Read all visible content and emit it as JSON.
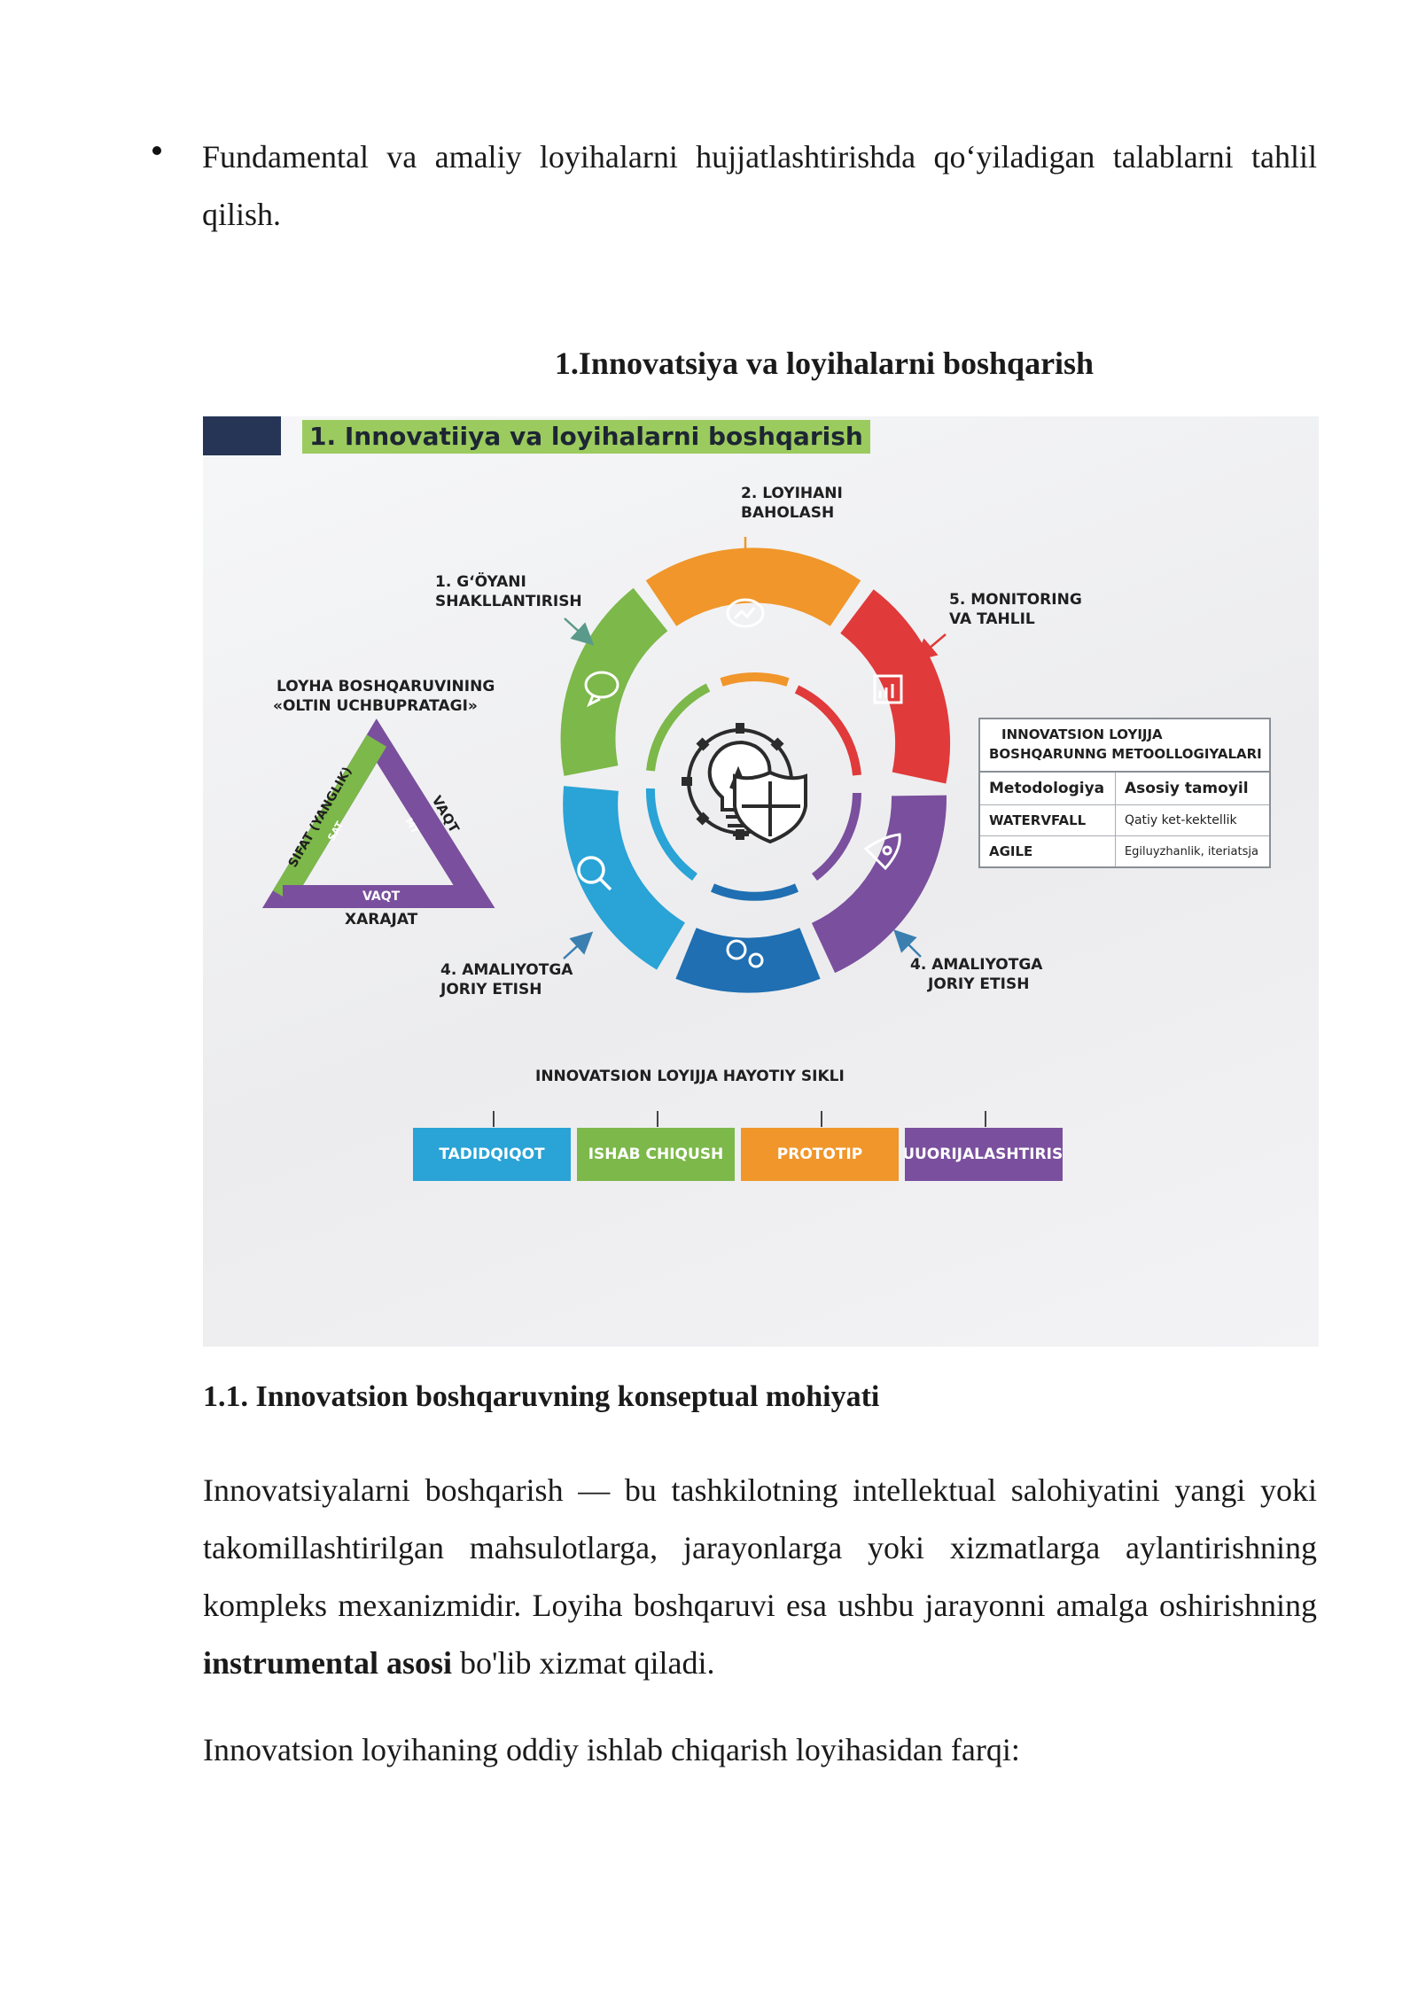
{
  "bullet": {
    "text": "Fundamental va amaliy loyihalarni hujjatlashtirishda qo‘yiladigan talablarni tahlil qilish."
  },
  "section_title": "1.Innovatsiya va loyihalarni boshqarish",
  "figure": {
    "header": "1. Innovatiiya va loyihalarni boshqarish",
    "cycle_labels": {
      "top_line1": "2. LOYIHANI",
      "top_line2": "BAHOLASH",
      "left_top_line1": "1. G‘ÖYANI",
      "left_top_line2": "SHAKLLANTIRISH",
      "right_top_line1": "5. MONITORING",
      "right_top_line2": "VA TAHLIL",
      "left_bottom_line1": "4. AMALIYOTGA",
      "left_bottom_line2": "JORIY ETISH",
      "right_bottom_line1": "4. AMALIYOTGA",
      "right_bottom_line2": "JORIY ETISH"
    },
    "triangle": {
      "title_line1": "LOYHA BOSHQARUVINING",
      "title_line2": "«OLTIN UCHBUPRATAGI»",
      "left_side": "SIFAT (YANGLIK)",
      "left_inner": "SAT",
      "right_side": "VAQT",
      "right_inner": "MT",
      "bottom_inner": "VAQT",
      "bottom_label": "XARAJAT"
    },
    "methods_table": {
      "title_line1": "INNOVATSION LOYIJJA",
      "title_line2": "BOSHQARUNNG METOOLLOGIYALARI",
      "col1": "Metodologiya",
      "col2": "Asosiy tamoyil",
      "rows": [
        {
          "name": "WATERVFALL",
          "principle": "Qatiy ket-kektellik"
        },
        {
          "name": "AGILE",
          "principle": "Egiluyzhanlik, iteriatsja"
        }
      ]
    },
    "lifecycle": {
      "title": "INNOVATSION LOYIJJA HAYOTIY SIKLI",
      "stages": [
        {
          "label": "TADIDQIQOT",
          "color": "#2aa3d6"
        },
        {
          "label": "ISHAB CHIQUSH",
          "color": "#7cb84a"
        },
        {
          "label": "PROTOTIP",
          "color": "#f0962b"
        },
        {
          "label": "TUUORIJALASHTIRISH",
          "color": "#7a4f9e"
        }
      ]
    },
    "colors": {
      "orange": "#f0962b",
      "red": "#e03a3a",
      "purple": "#7a4f9e",
      "blue_dark": "#1f6fb2",
      "blue_light": "#2aa3d6",
      "green": "#7cb84a",
      "navy": "#263556"
    }
  },
  "subsection": {
    "heading": "1.1. Innovatsion boshqaruvning konseptual mohiyati",
    "para1_part1": "Innovatsiyalarni boshqarish — bu tashkilotning intellektual salohiyatini yangi yoki takomillashtirilgan mahsulotlarga, jarayonlarga yoki xizmatlarga aylantirishning kompleks mexanizmidir. Loyiha boshqaruvi esa ushbu jarayonni amalga oshirishning ",
    "para1_bold": "instrumental asosi",
    "para1_part2": " bo'lib xizmat qiladi.",
    "para2": "Innovatsion loyihaning oddiy ishlab chiqarish loyihasidan farqi:"
  }
}
